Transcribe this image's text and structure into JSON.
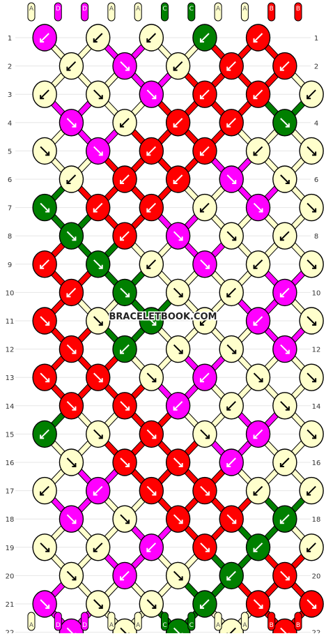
{
  "colors": {
    "A": "#FFFFCC",
    "B": "#FF0000",
    "C": "#008000",
    "D": "#FF00FF"
  },
  "strings": [
    "A",
    "D",
    "D",
    "A",
    "A",
    "C",
    "C",
    "A",
    "A",
    "B",
    "B"
  ],
  "row_labels": [
    "1",
    "2",
    "3",
    "4",
    "5",
    "6",
    "7",
    "8",
    "9",
    "10",
    "11",
    "12",
    "13",
    "14",
    "15",
    "16",
    "17",
    "18",
    "19",
    "20",
    "21",
    "22"
  ],
  "watermark": "BRACELETBOOK.COM",
  "knots": [
    [
      [
        "D",
        "dl"
      ],
      [
        "A",
        "dl"
      ],
      [
        "A",
        "dl"
      ],
      [
        "C",
        "dl"
      ],
      [
        "B",
        "dl"
      ]
    ],
    [
      [
        "A",
        "dl"
      ],
      [
        "D",
        "dr"
      ],
      [
        "A",
        "dl"
      ],
      [
        "B",
        "dl"
      ],
      [
        "B",
        "dl"
      ]
    ],
    [
      [
        "A",
        "dl"
      ],
      [
        "A",
        "dr"
      ],
      [
        "D",
        "dr"
      ],
      [
        "B",
        "dl"
      ],
      [
        "B",
        "dl"
      ],
      [
        "A",
        "dl"
      ]
    ],
    [
      [
        "D",
        "dr"
      ],
      [
        "A",
        "dl"
      ],
      [
        "B",
        "dl"
      ],
      [
        "B",
        "dl"
      ],
      [
        "C",
        "dr"
      ]
    ],
    [
      [
        "A",
        "dr"
      ],
      [
        "D",
        "dr"
      ],
      [
        "B",
        "dl"
      ],
      [
        "B",
        "dl"
      ],
      [
        "A",
        "dl"
      ],
      [
        "A",
        "dr"
      ]
    ],
    [
      [
        "A",
        "dl"
      ],
      [
        "B",
        "dl"
      ],
      [
        "B",
        "dl"
      ],
      [
        "D",
        "dr"
      ],
      [
        "A",
        "dr"
      ]
    ],
    [
      [
        "C",
        "dr"
      ],
      [
        "B",
        "dl"
      ],
      [
        "B",
        "dl"
      ],
      [
        "A",
        "dl"
      ],
      [
        "D",
        "dr"
      ],
      [
        "A",
        "dr"
      ]
    ],
    [
      [
        "C",
        "dr"
      ],
      [
        "B",
        "dl"
      ],
      [
        "D",
        "dr"
      ],
      [
        "A",
        "dr"
      ],
      [
        "A",
        "dl"
      ]
    ],
    [
      [
        "B",
        "dl"
      ],
      [
        "C",
        "dr"
      ],
      [
        "A",
        "dl"
      ],
      [
        "D",
        "dr"
      ],
      [
        "A",
        "dl"
      ],
      [
        "A",
        "dr"
      ]
    ],
    [
      [
        "B",
        "dl"
      ],
      [
        "C",
        "dr"
      ],
      [
        "A",
        "dr"
      ],
      [
        "A",
        "dl"
      ],
      [
        "D",
        "dl"
      ]
    ],
    [
      [
        "B",
        "dr"
      ],
      [
        "A",
        "dr"
      ],
      [
        "C",
        "dr"
      ],
      [
        "A",
        "dl"
      ],
      [
        "D",
        "dl"
      ],
      [
        "A",
        "dr"
      ]
    ],
    [
      [
        "B",
        "dr"
      ],
      [
        "C",
        "dl"
      ],
      [
        "A",
        "dr"
      ],
      [
        "A",
        "dr"
      ],
      [
        "D",
        "dr"
      ]
    ],
    [
      [
        "B",
        "dr"
      ],
      [
        "B",
        "dr"
      ],
      [
        "A",
        "dr"
      ],
      [
        "D",
        "dl"
      ],
      [
        "A",
        "dr"
      ],
      [
        "A",
        "dr"
      ]
    ],
    [
      [
        "B",
        "dr"
      ],
      [
        "B",
        "dr"
      ],
      [
        "D",
        "dl"
      ],
      [
        "A",
        "dl"
      ],
      [
        "A",
        "dr"
      ]
    ],
    [
      [
        "C",
        "dl"
      ],
      [
        "A",
        "dr"
      ],
      [
        "B",
        "dr"
      ],
      [
        "A",
        "dr"
      ],
      [
        "D",
        "dl"
      ],
      [
        "A",
        "dr"
      ]
    ],
    [
      [
        "A",
        "dr"
      ],
      [
        "B",
        "dr"
      ],
      [
        "B",
        "dr"
      ],
      [
        "D",
        "dl"
      ],
      [
        "A",
        "dl"
      ]
    ],
    [
      [
        "A",
        "dl"
      ],
      [
        "D",
        "dl"
      ],
      [
        "B",
        "dr"
      ],
      [
        "B",
        "dr"
      ],
      [
        "A",
        "dl"
      ],
      [
        "A",
        "dl"
      ]
    ],
    [
      [
        "D",
        "dr"
      ],
      [
        "A",
        "dr"
      ],
      [
        "B",
        "dr"
      ],
      [
        "B",
        "dr"
      ],
      [
        "C",
        "dl"
      ]
    ],
    [
      [
        "A",
        "dr"
      ],
      [
        "A",
        "dl"
      ],
      [
        "D",
        "dl"
      ],
      [
        "B",
        "dr"
      ],
      [
        "C",
        "dl"
      ],
      [
        "A",
        "dl"
      ]
    ],
    [
      [
        "A",
        "dr"
      ],
      [
        "D",
        "dl"
      ],
      [
        "A",
        "dr"
      ],
      [
        "C",
        "dl"
      ],
      [
        "B",
        "dr"
      ]
    ],
    [
      [
        "D",
        "dr"
      ],
      [
        "A",
        "dr"
      ],
      [
        "A",
        "dr"
      ],
      [
        "C",
        "dl"
      ],
      [
        "B",
        "dr"
      ],
      [
        "B",
        "dr"
      ]
    ],
    [
      [
        "D",
        "dr"
      ],
      [
        "A",
        "dr"
      ],
      [
        "C",
        "dr"
      ],
      [
        "A",
        "dl"
      ],
      [
        "B",
        "dr"
      ]
    ]
  ]
}
